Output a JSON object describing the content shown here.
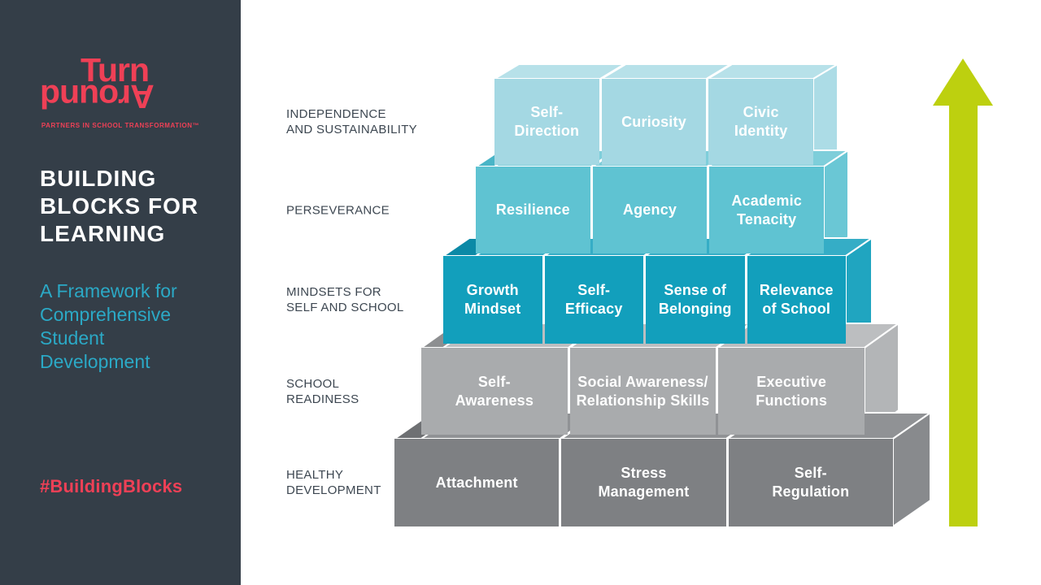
{
  "sidebar": {
    "logo": {
      "word_top": "Turn",
      "word_bottom": "Around",
      "tagline": "PARTNERS IN SCHOOL TRANSFORMATION™"
    },
    "title": "BUILDING\nBLOCKS FOR\nLEARNING",
    "subtitle": "A Framework for\nComprehensive\nStudent\nDevelopment",
    "hashtag": "#BuildingBlocks"
  },
  "colors": {
    "sidebar_bg": "#343E48",
    "brand_red": "#EF4056",
    "subtitle_teal": "#2BA9C6",
    "tier_label_slate": "#3D4751",
    "arrow_green": "#BDD00F",
    "block_text": "#FFFFFF"
  },
  "diagram": {
    "arrow_direction": "up",
    "tiers": [
      {
        "label": "INDEPENDENCE\nAND SUSTAINABILITY",
        "blocks": [
          "Self-\nDirection",
          "Curiosity",
          "Civic\nIdentity"
        ],
        "colors": {
          "front": "#A4D8E3",
          "top": "#B7E1E9",
          "side": "#ACDCE6",
          "sliver": "#8FCCDA"
        }
      },
      {
        "label": "PERSEVERANCE",
        "blocks": [
          "Resilience",
          "Agency",
          "Academic\nTenacity"
        ],
        "colors": {
          "front": "#5FC3D2",
          "top": "#7ECEDA",
          "side": "#6AC7D5",
          "sliver": "#49B5C7"
        }
      },
      {
        "label": "MINDSETS FOR\nSELF AND SCHOOL",
        "blocks": [
          "Growth\nMindset",
          "Self-\nEfficacy",
          "Sense of\nBelonging",
          "Relevance\nof School"
        ],
        "colors": {
          "front": "#129FBC",
          "top": "#35ADC6",
          "side": "#20A5C0",
          "sliver": "#0B89A6"
        }
      },
      {
        "label": "SCHOOL\nREADINESS",
        "blocks": [
          "Self-\nAwareness",
          "Social Awareness/\nRelationship Skills",
          "Executive\nFunctions"
        ],
        "colors": {
          "front": "#A9ABAD",
          "top": "#BCBEC0",
          "side": "#B3B5B7",
          "sliver": "#8D8F91"
        }
      },
      {
        "label": "HEALTHY\nDEVELOPMENT",
        "blocks": [
          "Attachment",
          "Stress\nManagement",
          "Self-\nRegulation"
        ],
        "colors": {
          "front": "#7E8083",
          "top": "#909295",
          "side": "#888A8D",
          "sliver": "#6E7073"
        }
      }
    ]
  }
}
